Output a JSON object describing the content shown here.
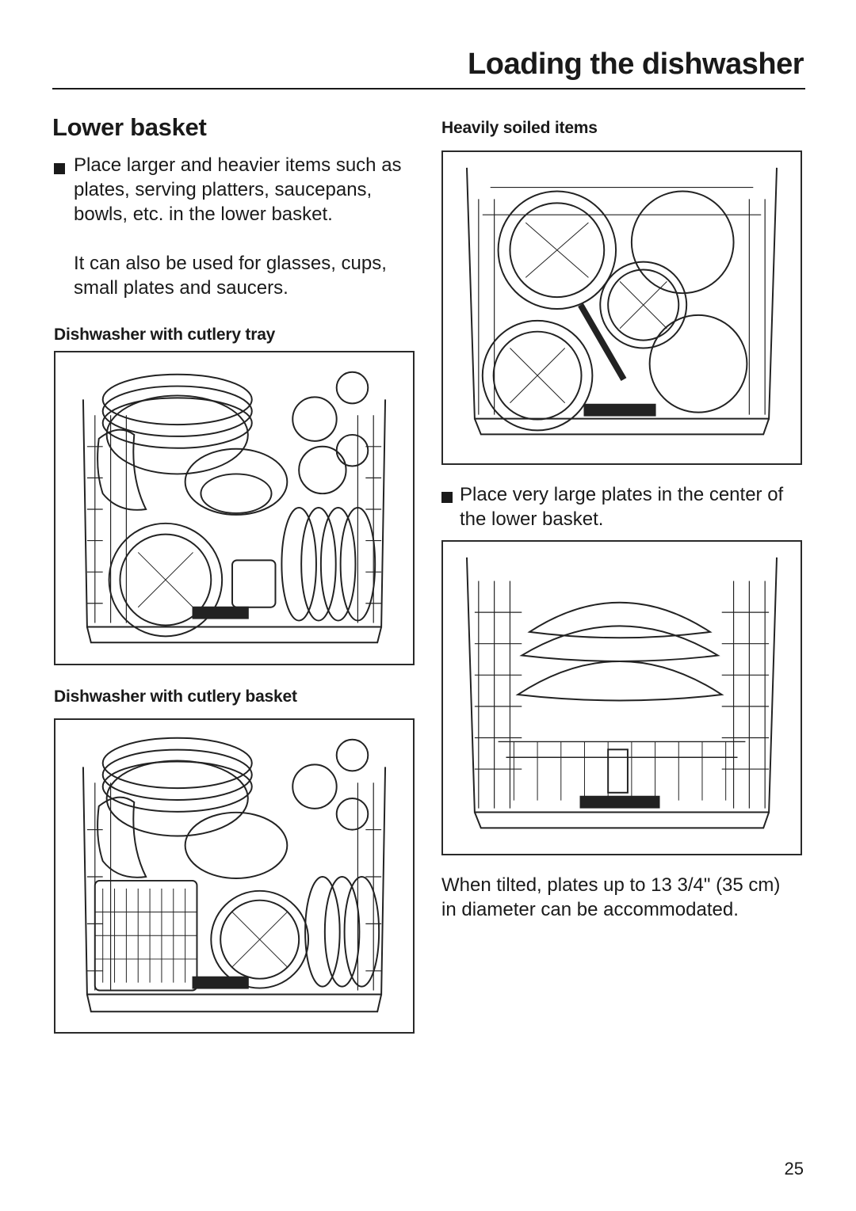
{
  "header": {
    "title": "Loading the dishwasher"
  },
  "section": {
    "title": "Lower basket"
  },
  "intro": {
    "bullet_text_1": "Place larger and heavier items such as plates, serving platters, saucepans, bowls, etc. in the lower basket.",
    "text_2": "It can also be used for glasses, cups, small plates and saucers."
  },
  "figures": {
    "cutlery_tray_caption": "Dishwasher with cutlery tray",
    "cutlery_basket_caption": "Dishwasher with cutlery basket",
    "heavily_soiled_caption": "Heavily soiled items"
  },
  "large_plates": {
    "bullet_text": "Place very large plates in the center of the lower basket.",
    "note": "When tilted, plates up to 13 3/4\" (35 cm) in diameter can be accommodated."
  },
  "footer": {
    "page_number": "25"
  }
}
